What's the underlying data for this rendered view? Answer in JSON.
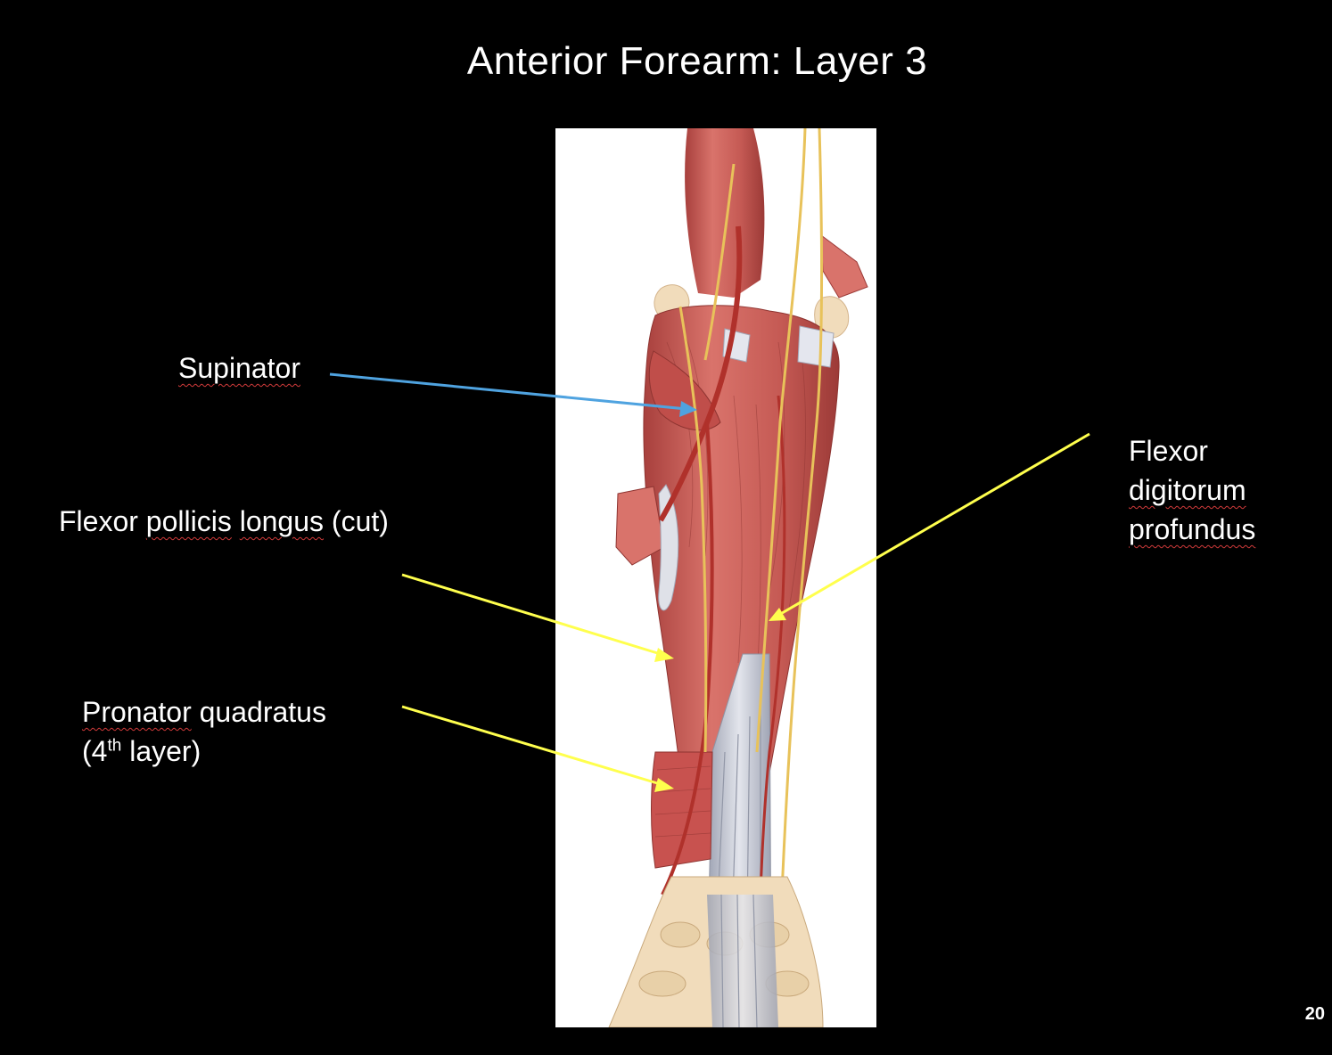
{
  "slide": {
    "title": "Anterior Forearm: Layer 3",
    "page_number": "20"
  },
  "labels": {
    "supinator": "Supinator",
    "fpl_word1": "Flexor",
    "fpl_word2": "pollicis",
    "fpl_word3": "longus",
    "fpl_word4": "(cut)",
    "fdp_line1": "Flexor",
    "fdp_line2": "digitorum",
    "fdp_line3": "profundus",
    "pq_word1": "Pronator",
    "pq_word2": "quadratus",
    "pq_line2_open": "(4",
    "pq_line2_sup": "th",
    "pq_line2_rest": " layer)"
  },
  "colors": {
    "background": "#000000",
    "text": "#ffffff",
    "arrow_supinator": "#4fa3e0",
    "arrow_yellow": "#ffff4d",
    "muscle": "#c8524f",
    "tendon": "#c9ccd6",
    "artery": "#b0312b",
    "nerve": "#e8c25a",
    "bone": "#f1dcbb"
  }
}
